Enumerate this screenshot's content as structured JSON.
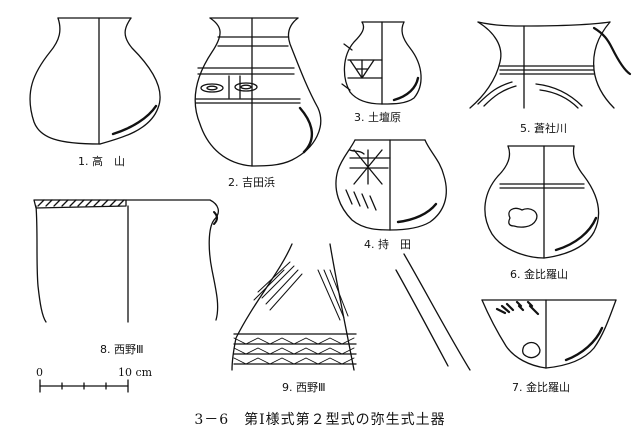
{
  "figure": {
    "caption": "3－6　第Ⅰ様式第２型式の弥生式土器",
    "labels": [
      "1. 高　山",
      "2. 吉田浜",
      "3. 土壇原",
      "4. 持　田",
      "5. 蒼社川",
      "6. 金比羅山",
      "7. 金比羅山",
      "8. 西野Ⅲ",
      "9. 西野Ⅲ"
    ],
    "scale": {
      "start": "0",
      "end": "10 cm"
    }
  }
}
